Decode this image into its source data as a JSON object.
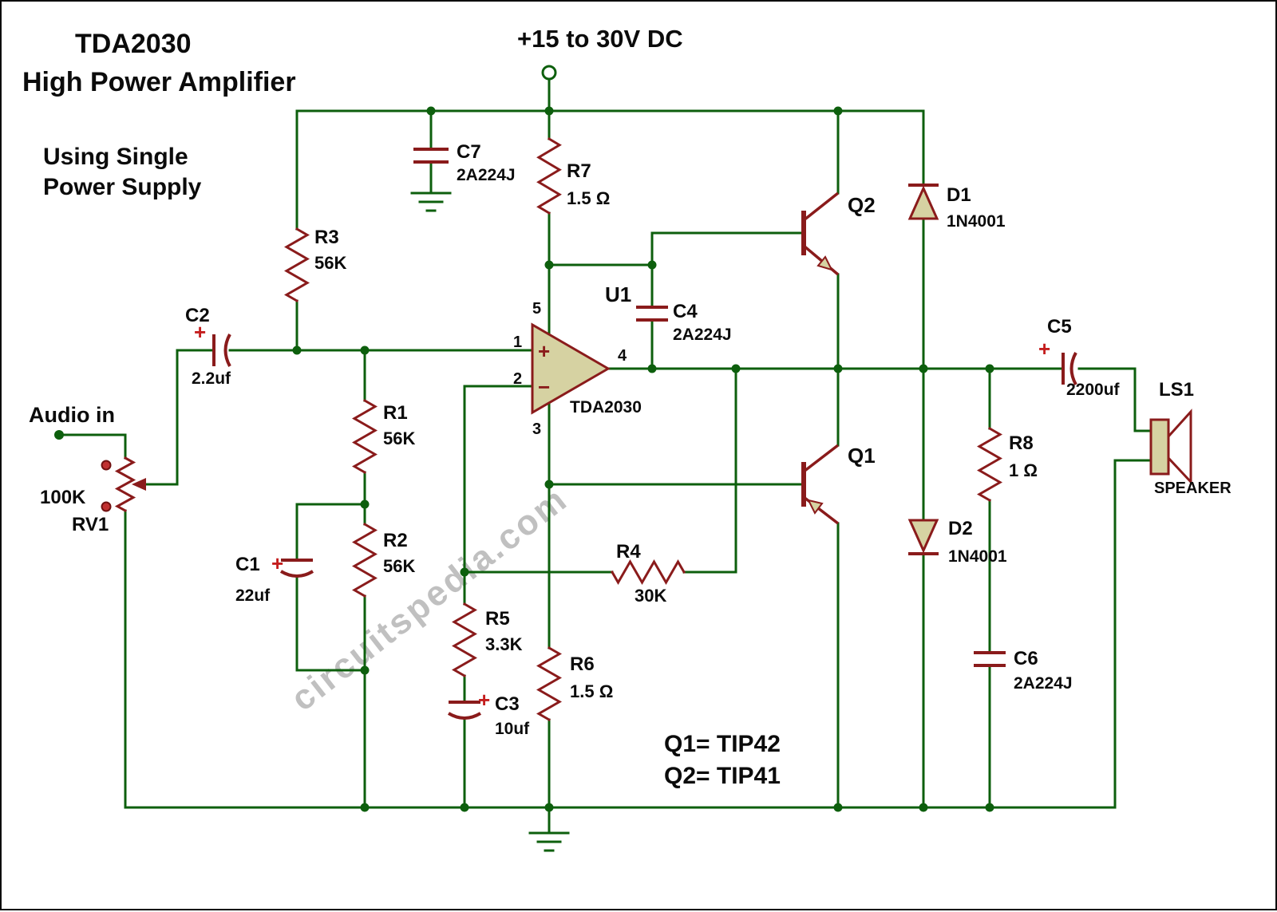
{
  "header": {
    "title1": "TDA2030",
    "title2": "High Power Amplifier",
    "subtitle1": "Using Single",
    "subtitle2": "Power Supply"
  },
  "supply_label": "+15 to 30V DC",
  "audio_label": "Audio in",
  "watermark": "circuitspedia.com",
  "notes": {
    "q1": "Q1= TIP42",
    "q2": "Q2= TIP41"
  },
  "opamp": {
    "ref": "U1",
    "part": "TDA2030",
    "plus": "+",
    "minus": "−",
    "pin1": "1",
    "pin2": "2",
    "pin3": "3",
    "pin4": "4",
    "pin5": "5"
  },
  "components": {
    "r1": {
      "ref": "R1",
      "value": "56K"
    },
    "r2": {
      "ref": "R2",
      "value": "56K"
    },
    "r3": {
      "ref": "R3",
      "value": "56K"
    },
    "r4": {
      "ref": "R4",
      "value": "30K"
    },
    "r5": {
      "ref": "R5",
      "value": "3.3K"
    },
    "r6": {
      "ref": "R6",
      "value": "1.5 Ω"
    },
    "r7": {
      "ref": "R7",
      "value": "1.5 Ω"
    },
    "r8": {
      "ref": "R8",
      "value": "1 Ω"
    },
    "rv1": {
      "ref": "RV1",
      "value": "100K"
    },
    "c1": {
      "ref": "C1",
      "value": "22uf",
      "plus": "+"
    },
    "c2": {
      "ref": "C2",
      "value": "2.2uf",
      "plus": "+"
    },
    "c3": {
      "ref": "C3",
      "value": "10uf",
      "plus": "+"
    },
    "c4": {
      "ref": "C4",
      "value": "2A224J"
    },
    "c5": {
      "ref": "C5",
      "value": "2200uf",
      "plus": "+"
    },
    "c6": {
      "ref": "C6",
      "value": "2A224J"
    },
    "c7": {
      "ref": "C7",
      "value": "2A224J"
    },
    "d1": {
      "ref": "D1",
      "value": "1N4001"
    },
    "d2": {
      "ref": "D2",
      "value": "1N4001"
    },
    "q1": {
      "ref": "Q1"
    },
    "q2": {
      "ref": "Q2"
    },
    "ls1": {
      "ref": "LS1",
      "value": "SPEAKER"
    }
  },
  "colors": {
    "wire": "#0d5f0d",
    "component": "#8a1b1b",
    "component_fill": "#d6d2a2",
    "plus_mark": "#c41e1e",
    "text": "#0b0b0b",
    "watermark": "#8d8d8d"
  }
}
